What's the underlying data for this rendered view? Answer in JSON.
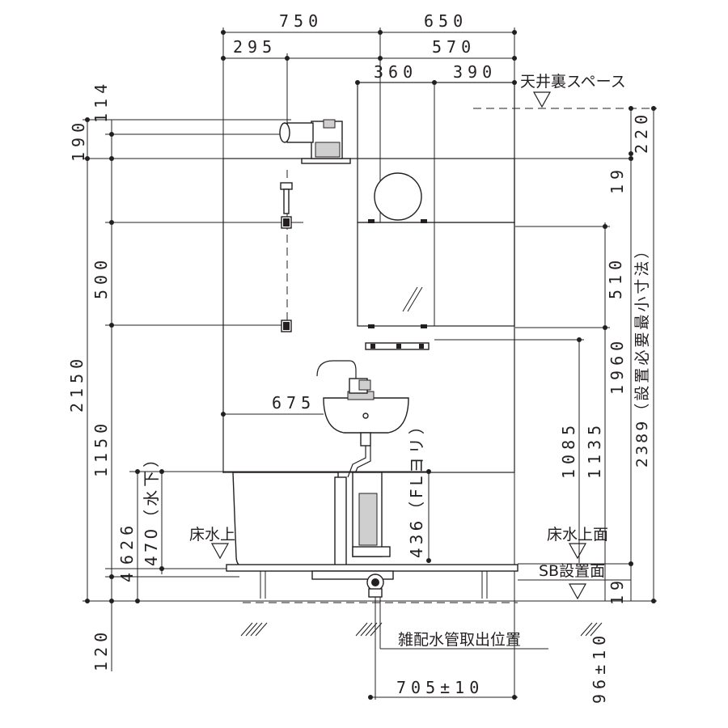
{
  "dimensions_top": {
    "d750": "750",
    "d650": "650",
    "d295": "295",
    "d570": "570",
    "d360": "360",
    "d390": "390"
  },
  "dimensions_left": {
    "d114": "114",
    "d190": "190",
    "d500": "500",
    "d2150": "2150",
    "d1150": "1150",
    "d626": "626",
    "d470": "470（水下）",
    "d4": "4",
    "d120": "120"
  },
  "dimensions_inner": {
    "d675": "675",
    "d436": "436（FLヨリ）",
    "d1085": "1085",
    "d1135": "1135",
    "d510": "510"
  },
  "dimensions_right": {
    "d220": "220",
    "d19": "19",
    "d1960": "1960",
    "d2389": "2389（設置必要最小寸法）",
    "d19b": "19",
    "d96": "96±10"
  },
  "dimensions_bottom": {
    "d705": "705±10"
  },
  "labels": {
    "ceiling_space": "天井裏スペース",
    "floor_water_left": "床水上面",
    "floor_water_right": "床水上面",
    "sb_level": "SB設置面",
    "pipe_position": "雑配水管取出位置"
  }
}
